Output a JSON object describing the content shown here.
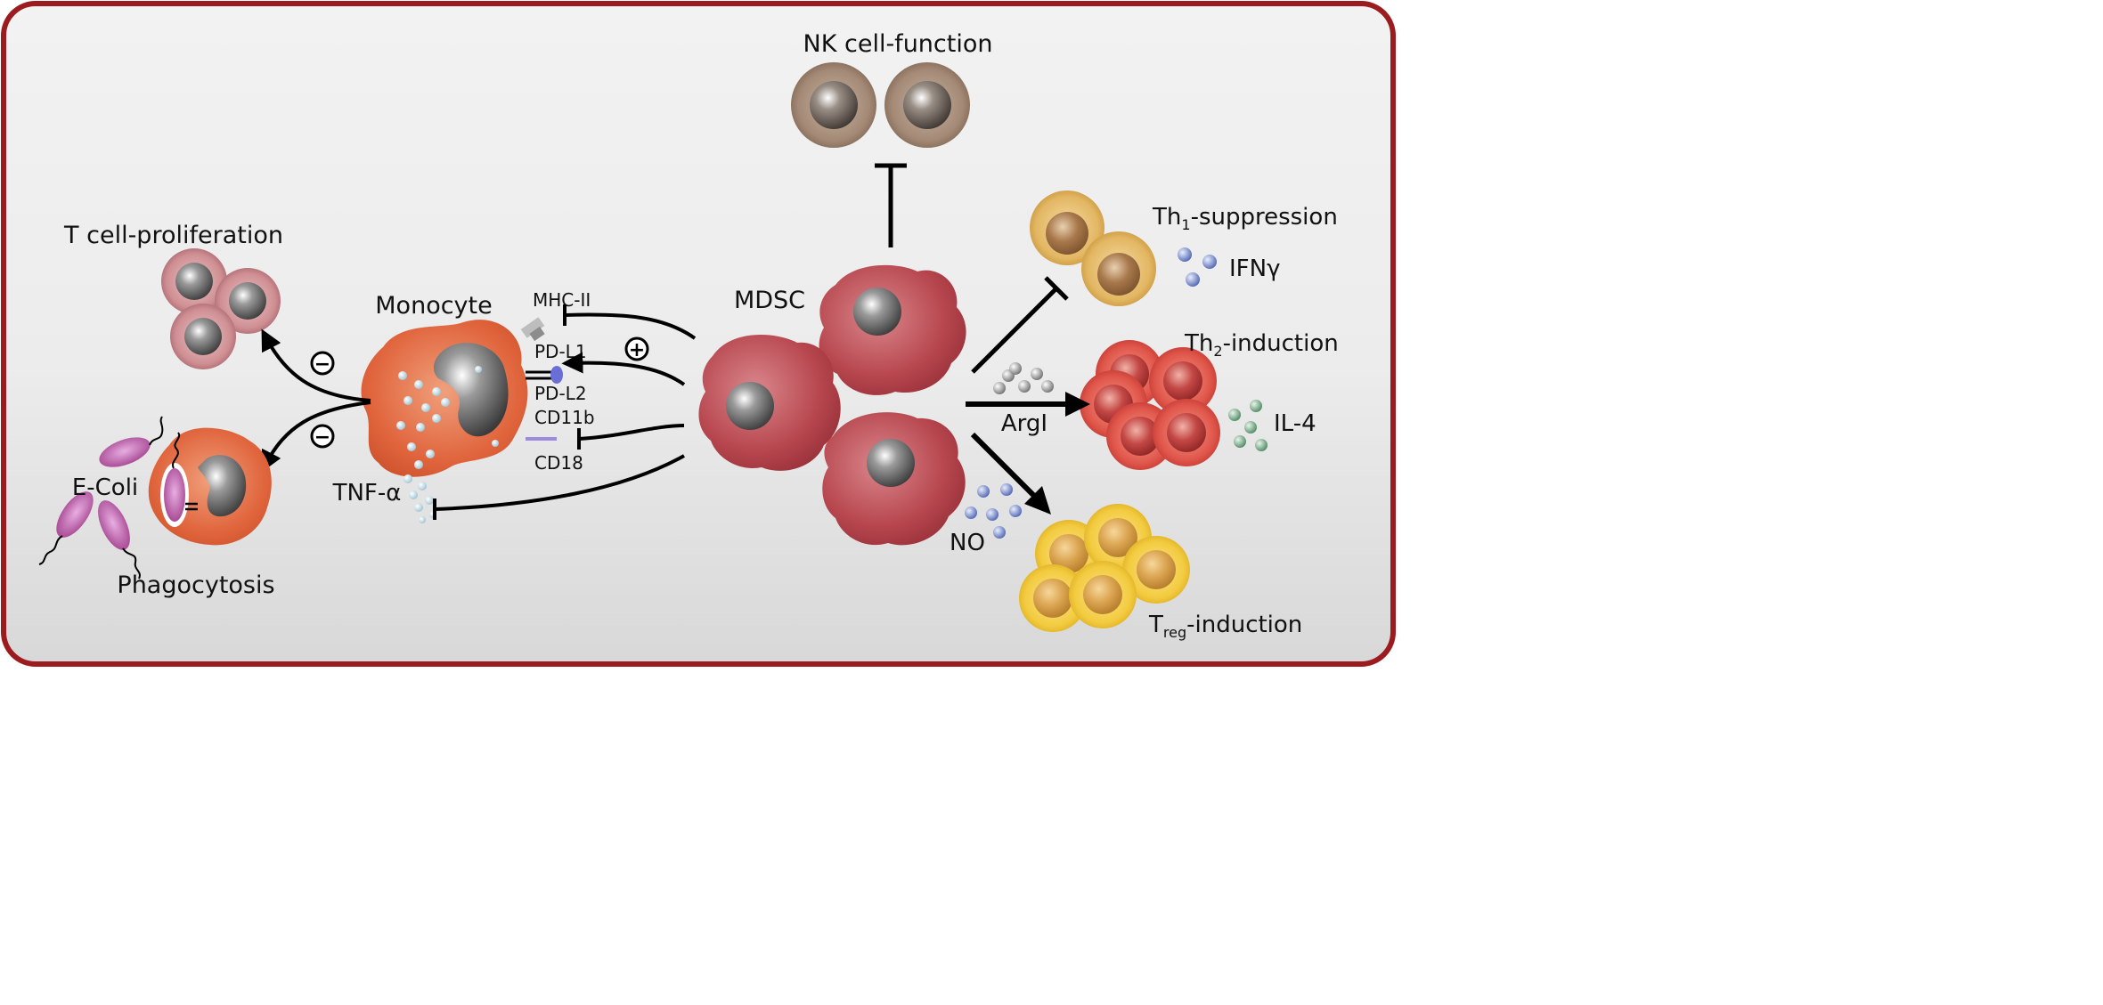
{
  "labels": {
    "nk_function": "NK cell-function",
    "t_cell_proliferation": "T cell-proliferation",
    "monocyte": "Monocyte",
    "mdsc": "MDSC",
    "mhc2": "MHC-II",
    "pdl1": "PD-L1",
    "pdl2": "PD-L2",
    "cd11b": "CD11b",
    "cd18": "CD18",
    "tnf": "TNF-α",
    "ecoli": "E-Coli",
    "phagocytosis": "Phagocytosis",
    "th1_prefix": "Th",
    "th1_sub": "1",
    "th1_suffix": "-suppression",
    "ifng": "IFNγ",
    "th2_prefix": "Th",
    "th2_sub": "2",
    "th2_suffix": "-induction",
    "argl": "ArgI",
    "il4": "IL-4",
    "no": "NO",
    "treg_prefix": "T",
    "treg_sub": "reg",
    "treg_suffix": "-induction"
  },
  "signs": {
    "minus": "−",
    "plus": "+"
  },
  "colors": {
    "frame": "#9b1b1e",
    "mdsc": "#b8474f",
    "monocyte": "#e0643c",
    "nk": "#a48a76",
    "th1": "#e3b763",
    "th2": "#e0554a",
    "treg": "#f3cb3f",
    "tcell": "#cf8f93"
  }
}
